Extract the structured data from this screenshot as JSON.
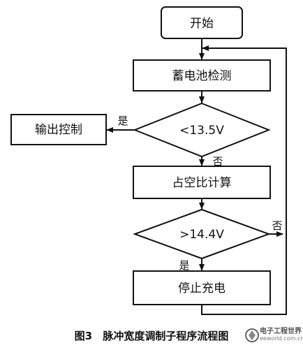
{
  "flowchart": {
    "start": "开始",
    "battery_check": "蓄电池检测",
    "cond1": "<13.5V",
    "output_control": "输出控制",
    "duty_calc": "占空比计算",
    "cond2": ">14.4V",
    "stop_charge": "停止充电",
    "yes1": "是",
    "no1": "否",
    "yes2": "是",
    "no2": "否"
  },
  "caption": {
    "fig_num": "图3",
    "title": "脉冲宽度调制子程序流程图"
  },
  "watermark": {
    "brand": "电子工程世界",
    "url": "eeworld.com.cn"
  }
}
